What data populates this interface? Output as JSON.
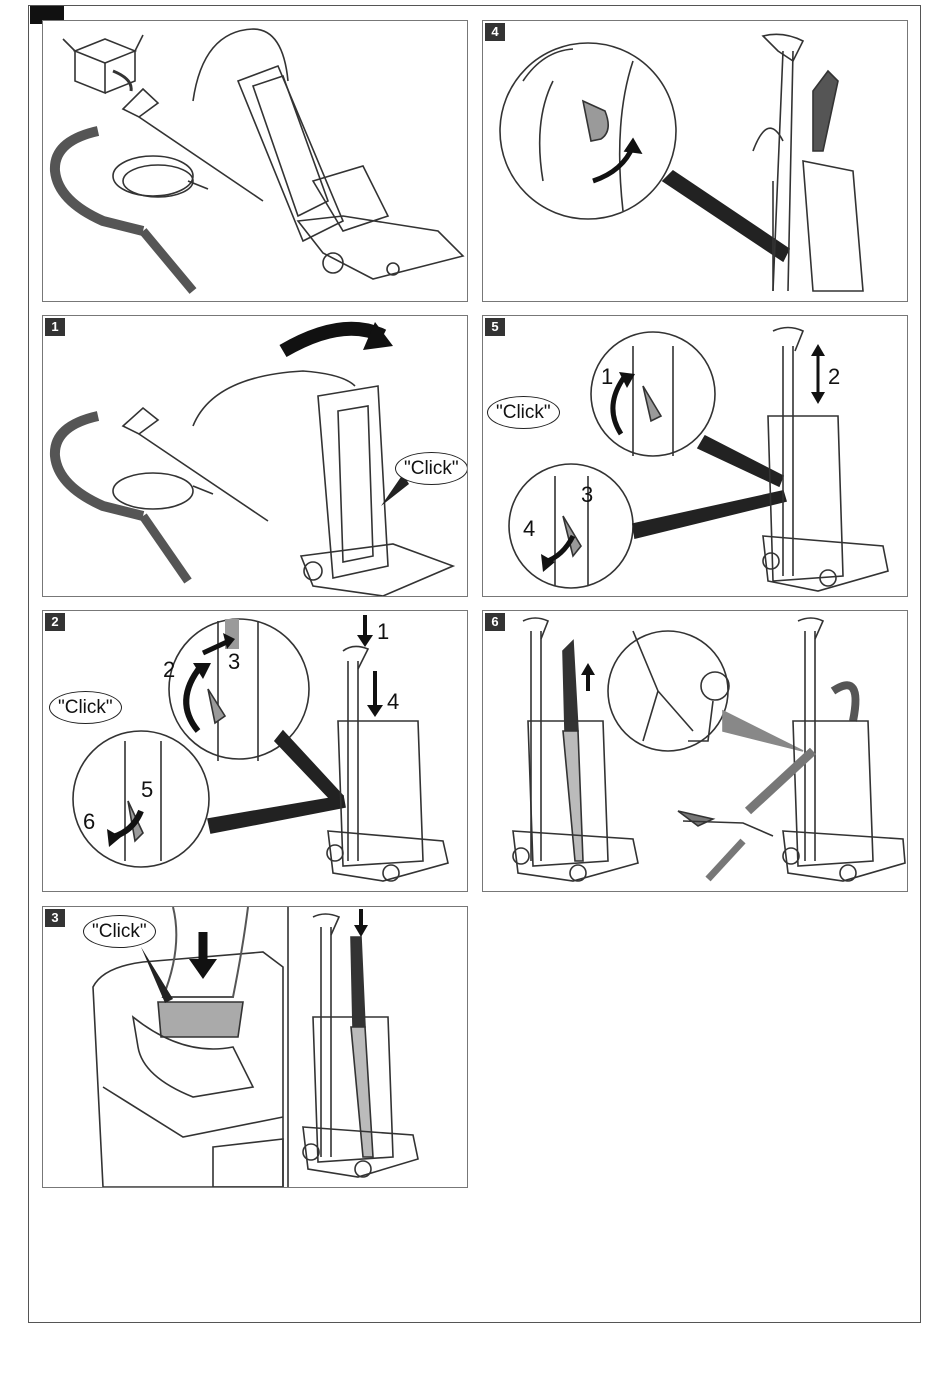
{
  "panels": {
    "p0": {
      "label": ""
    },
    "p1": {
      "label": "1",
      "callout": "\"Click\""
    },
    "p2": {
      "label": "2",
      "callout": "\"Click\"",
      "steps": [
        "1",
        "2",
        "3",
        "4",
        "5",
        "6"
      ]
    },
    "p3": {
      "label": "3",
      "callout": "\"Click\""
    },
    "p4": {
      "label": "4"
    },
    "p5": {
      "label": "5",
      "callout": "\"Click\"",
      "steps": [
        "1",
        "2",
        "3",
        "4"
      ]
    },
    "p6": {
      "label": "6"
    }
  },
  "colors": {
    "line": "#333333",
    "accent_gray": "#9a9a9a",
    "dark_arrow": "#111111"
  },
  "icons": [
    "box-unpack-icon",
    "rotate-arrow-icon",
    "down-arrow-icon",
    "curved-arrow-icon"
  ]
}
